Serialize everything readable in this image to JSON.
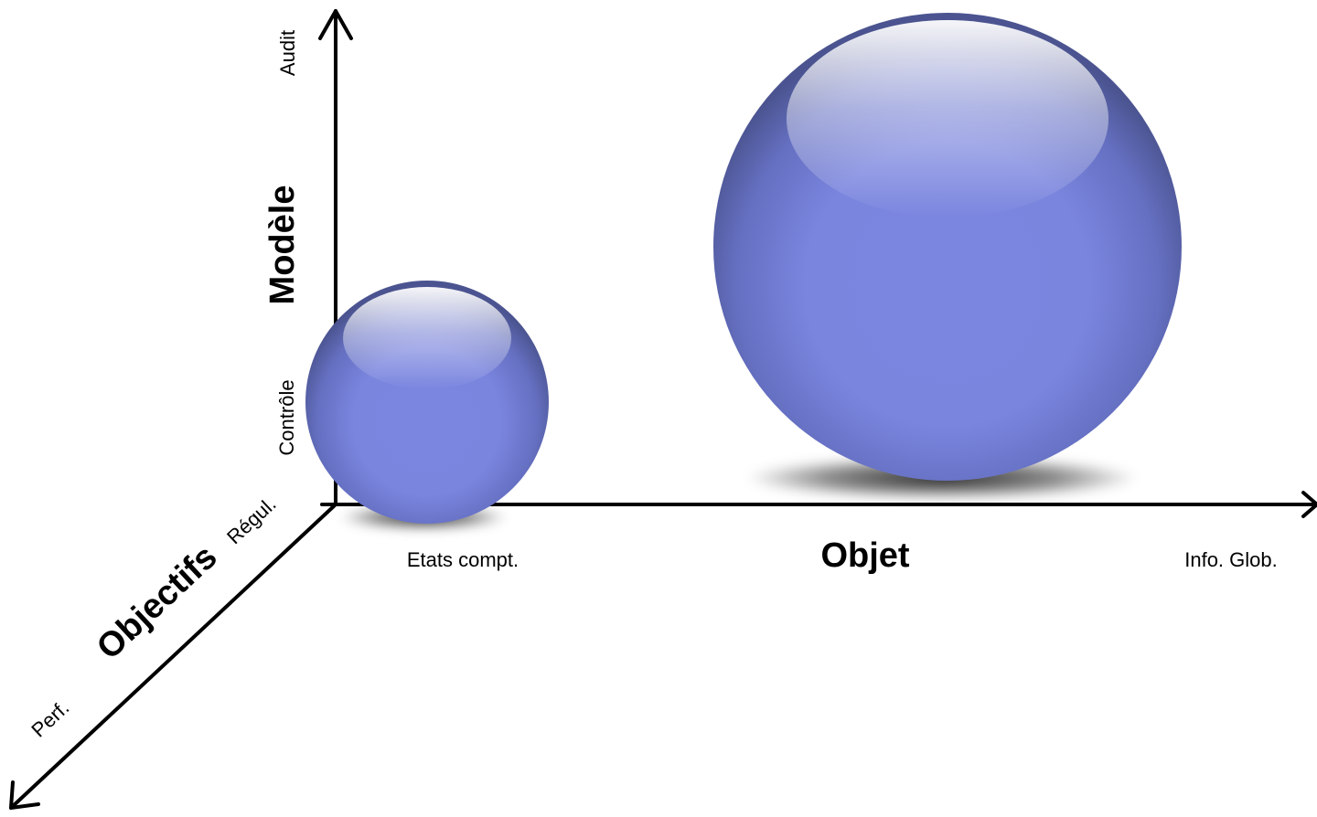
{
  "axes": {
    "vertical": {
      "title": "Modèle",
      "top_label": "Audit",
      "bottom_label": "Contrôle"
    },
    "horizontal": {
      "title": "Objet",
      "left_label": "Etats compt.",
      "right_label": "Info. Glob."
    },
    "depth": {
      "title": "Objectifs",
      "near_label": "Régul.",
      "far_label": "Perf."
    }
  },
  "spheres": [
    {
      "name": "small-sphere",
      "color": "#7b86e0"
    },
    {
      "name": "large-sphere",
      "color": "#7b86e0"
    }
  ],
  "colors": {
    "sphere_base": "#7b86e0",
    "sphere_edge": "#4d5694",
    "axis": "#000000"
  }
}
